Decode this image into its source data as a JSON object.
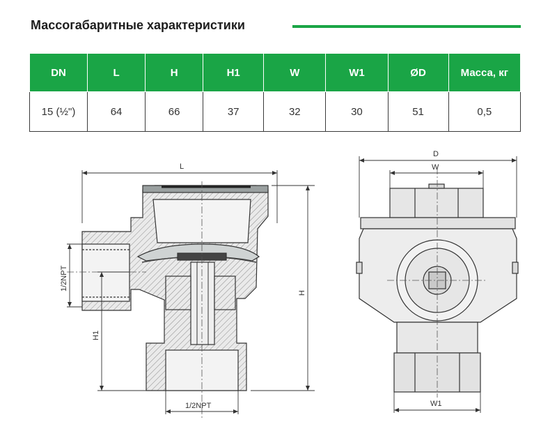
{
  "page": {
    "title": "Массогабаритные характеристики",
    "accent_color": "#1aa546"
  },
  "table": {
    "headers": [
      "DN",
      "L",
      "H",
      "H1",
      "W",
      "W1",
      "ØD",
      "Масса, кг"
    ],
    "rows": [
      [
        "15 (½\")",
        "64",
        "66",
        "37",
        "32",
        "30",
        "51",
        "0,5"
      ]
    ]
  },
  "drawing": {
    "section_view": {
      "label_L": "L",
      "label_H": "H",
      "label_H1": "H1",
      "label_side_port": "1/2NPT",
      "label_bottom_port": "1/2NPT"
    },
    "front_view": {
      "label_D": "D",
      "label_W": "W",
      "label_W1": "W1"
    }
  }
}
